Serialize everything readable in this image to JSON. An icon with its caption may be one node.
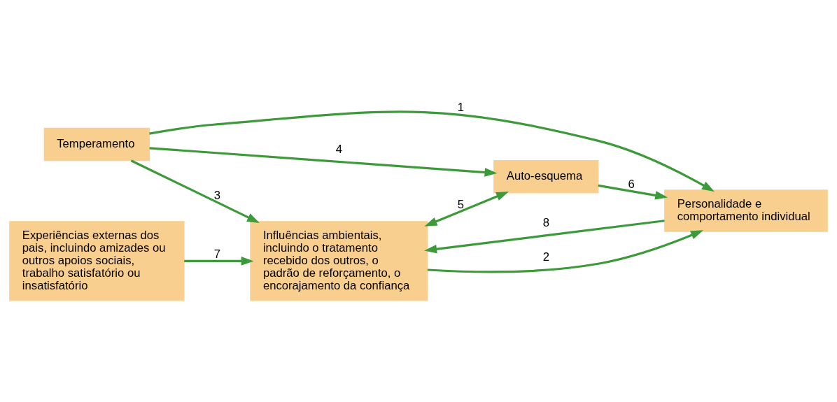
{
  "diagram": {
    "nodes": [
      {
        "text": [
          "Temperamento"
        ]
      },
      {
        "text": [
          "Influências ambientais, incluindo o tratamento recebido dos outros, o padrão de reforçamento, o encorajamento da confiança"
        ]
      },
      {
        "text": [
          "Auto-esquema"
        ]
      },
      {
        "text": [
          "Personalidade e comportamento individual"
        ]
      },
      {
        "text": [
          "Experiências externas dos pais, incluindo amizades ou outros apoios sociais, trabalho satisfatório ou insatisfatório"
        ]
      }
    ],
    "edges": [
      {
        "from": 3,
        "to": 1,
        "arrow": "to",
        "label": "8"
      },
      {
        "from": 1,
        "to": 3,
        "arrow": "to",
        "label": "2"
      },
      {
        "from": 0,
        "to": 1,
        "arrow": "to",
        "label": "3"
      },
      {
        "from": 1,
        "to": 2,
        "arrow": "both",
        "label": "5"
      },
      {
        "from": 2,
        "to": 3,
        "arrow": "to",
        "label": "6"
      },
      {
        "from": 0,
        "to": 2,
        "arrow": "to",
        "label": "4"
      },
      {
        "from": 0,
        "to": 3,
        "arrow": "to",
        "label": "1"
      },
      {
        "from": 4,
        "to": 1,
        "arrow": "to",
        "label": "7"
      }
    ]
  }
}
